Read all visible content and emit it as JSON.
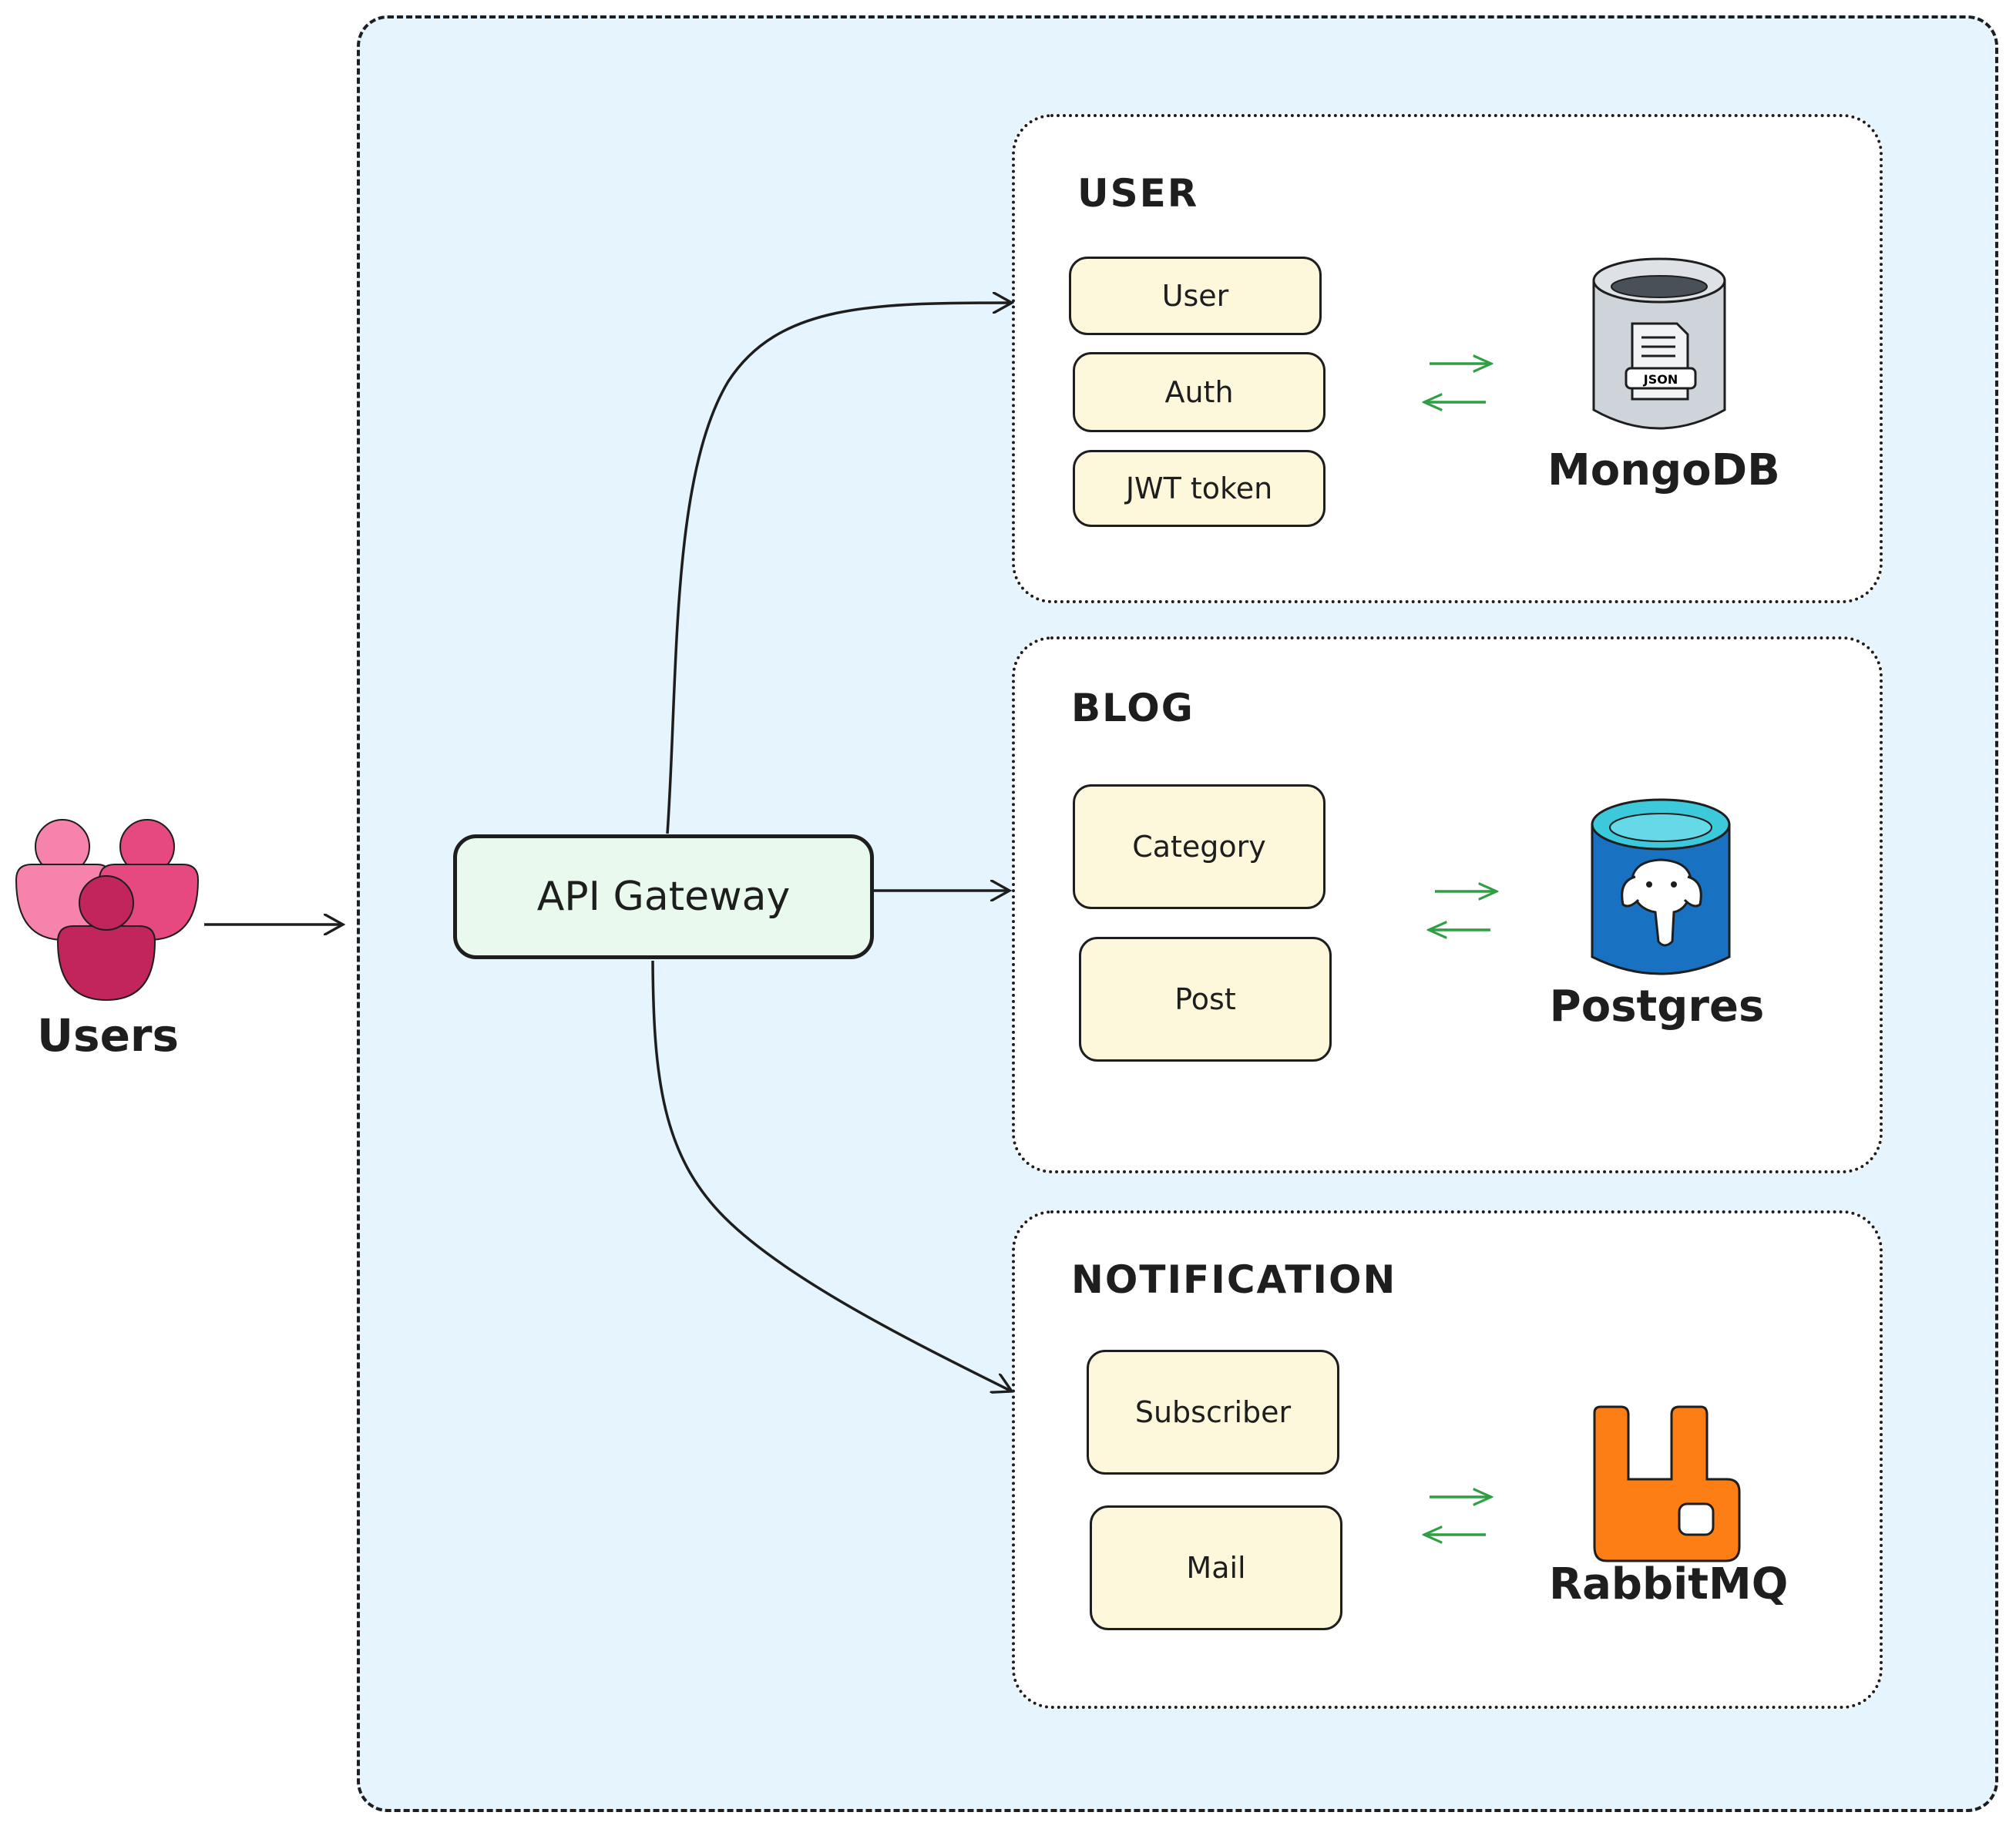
{
  "users": {
    "label": "Users",
    "icon": "users-group-icon"
  },
  "gateway": {
    "label": "API Gateway"
  },
  "panels": {
    "user": {
      "title": "USER",
      "services": [
        "User",
        "Auth",
        "JWT token"
      ],
      "db": {
        "label": "MongoDB",
        "icon": "mongodb-json-database-icon",
        "badge": "JSON"
      }
    },
    "blog": {
      "title": "BLOG",
      "services": [
        "Category",
        "Post"
      ],
      "db": {
        "label": "Postgres",
        "icon": "postgres-elephant-database-icon"
      }
    },
    "notification": {
      "title": "NOTIFICATION",
      "services": [
        "Subscriber",
        "Mail"
      ],
      "db": {
        "label": "RabbitMQ",
        "icon": "rabbitmq-icon"
      }
    }
  },
  "colors": {
    "outer_bg": "#e5f4fd",
    "service_bg": "#fdf8dc",
    "gateway_bg": "#e9f9ee",
    "arrow_green": "#2f9e44",
    "users_pink": "#e64980",
    "rabbit_orange": "#fd7e14",
    "postgres_blue": "#1971c2"
  }
}
